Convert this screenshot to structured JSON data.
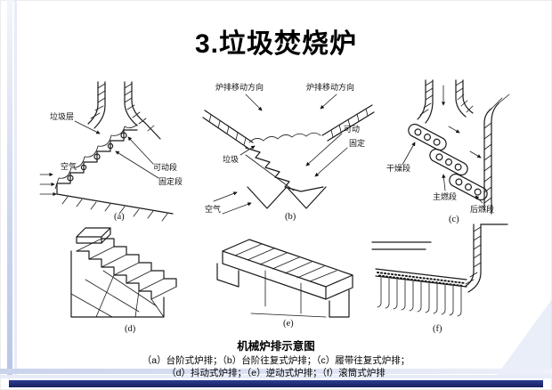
{
  "slide": {
    "title": "3.垃圾焚烧炉",
    "accent_color": "#17215f"
  },
  "diagrams": {
    "a": {
      "label": "(a)",
      "waste_layer": "垃圾层",
      "movable_section": "可动段",
      "fixed_section": "固定段",
      "air": "空气"
    },
    "b": {
      "label": "(b)",
      "grate_direction": "炉排移动方向",
      "movable": "可动",
      "fixed": "固定",
      "waste": "垃圾",
      "air": "空气"
    },
    "c": {
      "label": "(c)",
      "drying_section": "干燥段",
      "main_combustion_section": "主燃段",
      "post_combustion_section": "后燃段"
    },
    "d": {
      "label": "(d)"
    },
    "e": {
      "label": "(e)"
    },
    "f": {
      "label": "(f)"
    }
  },
  "caption": {
    "title": "机械炉排示意图",
    "line1": "（a）台阶式炉排；（b）台阶往复式炉排；（c）履带往复式炉排；",
    "line2": "（d）抖动式炉排；（e）逆动式炉排；（f）滚筒式炉排"
  }
}
